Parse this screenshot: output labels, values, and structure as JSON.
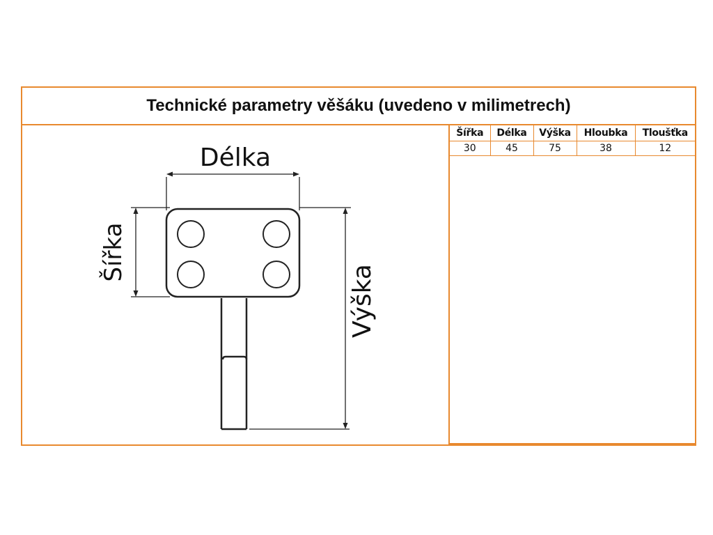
{
  "title": "Technické parametry věšáku (uvedeno v milimetrech)",
  "dimension_labels": {
    "length": "Délka",
    "width": "Šířka",
    "height": "Výška"
  },
  "table": {
    "headers": [
      "Šířka",
      "Délka",
      "Výška",
      "Hloubka",
      "Tloušťka"
    ],
    "values": [
      "30",
      "45",
      "75",
      "38",
      "12"
    ]
  },
  "colors": {
    "border": "#e8892e",
    "line": "#222222"
  }
}
